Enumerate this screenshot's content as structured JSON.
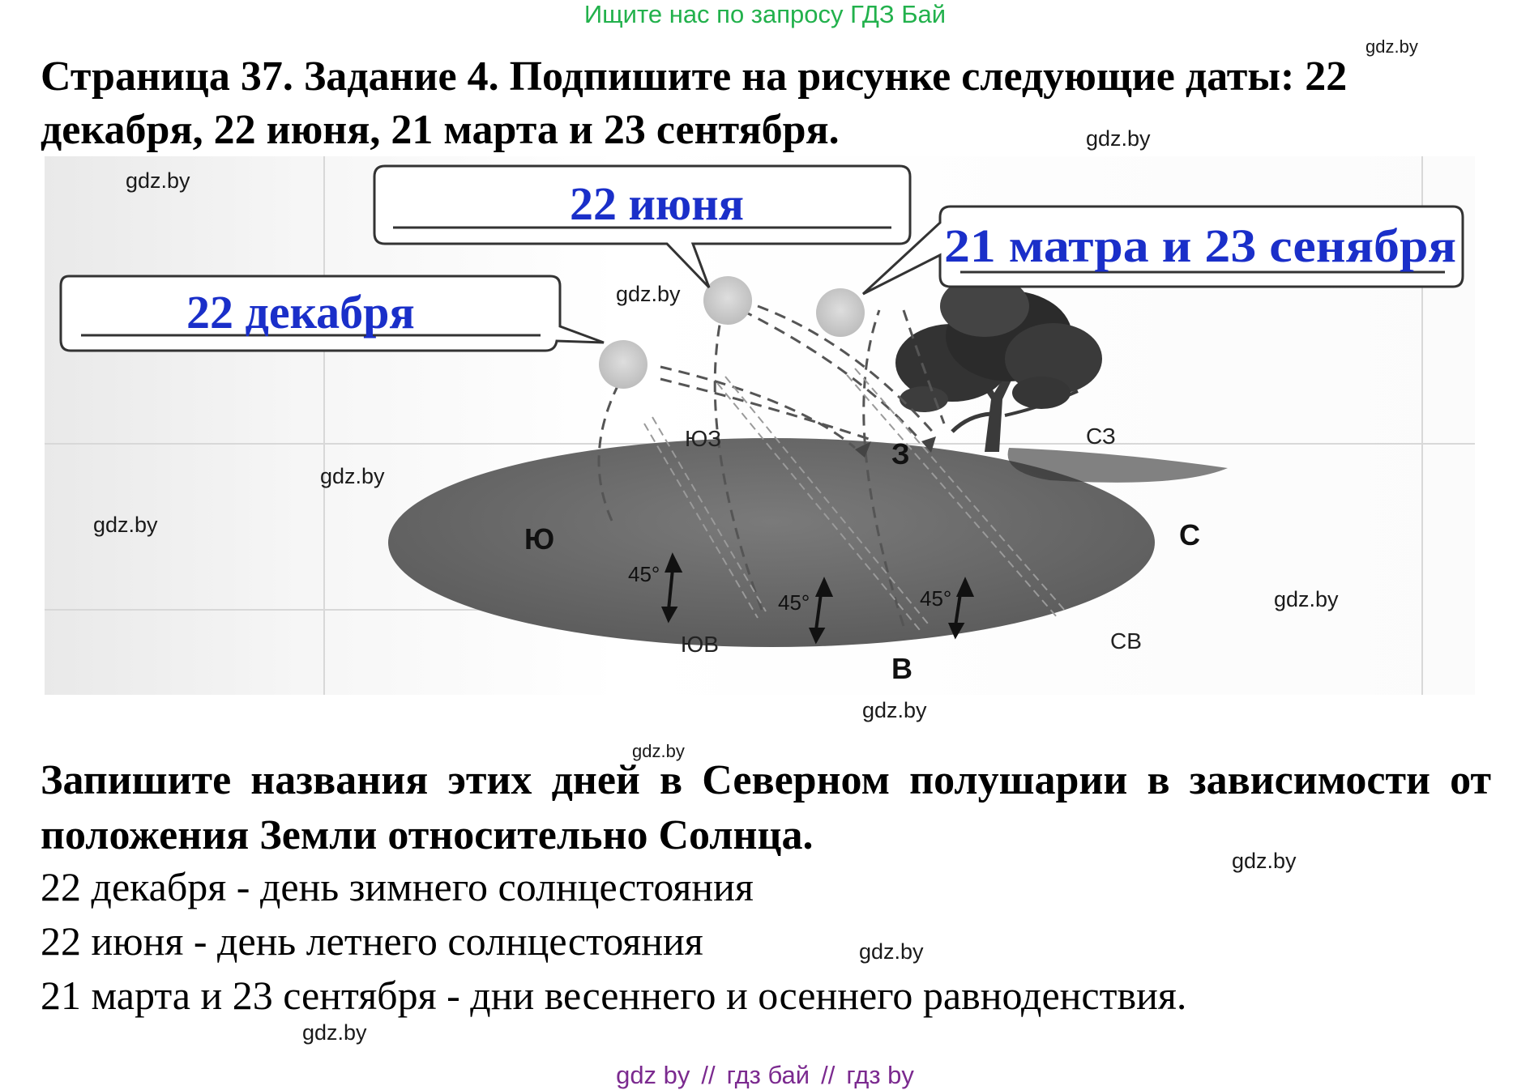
{
  "top_promo": "Ищите нас по запросу ГДЗ Бай",
  "title": "Страница 37. Задание 4. Подпишите на рисунке следующие даты: 22 декабря, 22 июня, 21 марта и 23 сентября.",
  "watermark": "gdz.by",
  "figure": {
    "labels": {
      "dec": "22 декабря",
      "jun": "22 июня",
      "equinox": "21 матра и 23 сенября"
    },
    "directions": {
      "south": "Ю",
      "north": "С",
      "west": "З",
      "east": "В",
      "southwest": "ЮЗ",
      "northwest": "СЗ",
      "southeast": "ЮВ",
      "northeast": "СВ"
    },
    "angle": "45°",
    "colors": {
      "label_text": "#1a2fc9",
      "ground": "#6e6e6e",
      "sun": "#d2d2d2"
    }
  },
  "task2": "Запишите названия этих дней в Северном полушарии в зависимости от положения Земли относительно Солнца.",
  "answers": [
    "22 декабря - день зимнего солнцестояния",
    "22 июня - день летнего солнцестояния",
    "21 марта и 23 сентября - дни весеннего и осеннего равноденствия."
  ],
  "footer": {
    "parts": [
      "gdz by",
      "гдз бай",
      "гдз by"
    ],
    "separator": "//"
  },
  "colors": {
    "promo": "#22b14c",
    "footer": "#7b2a8f"
  }
}
